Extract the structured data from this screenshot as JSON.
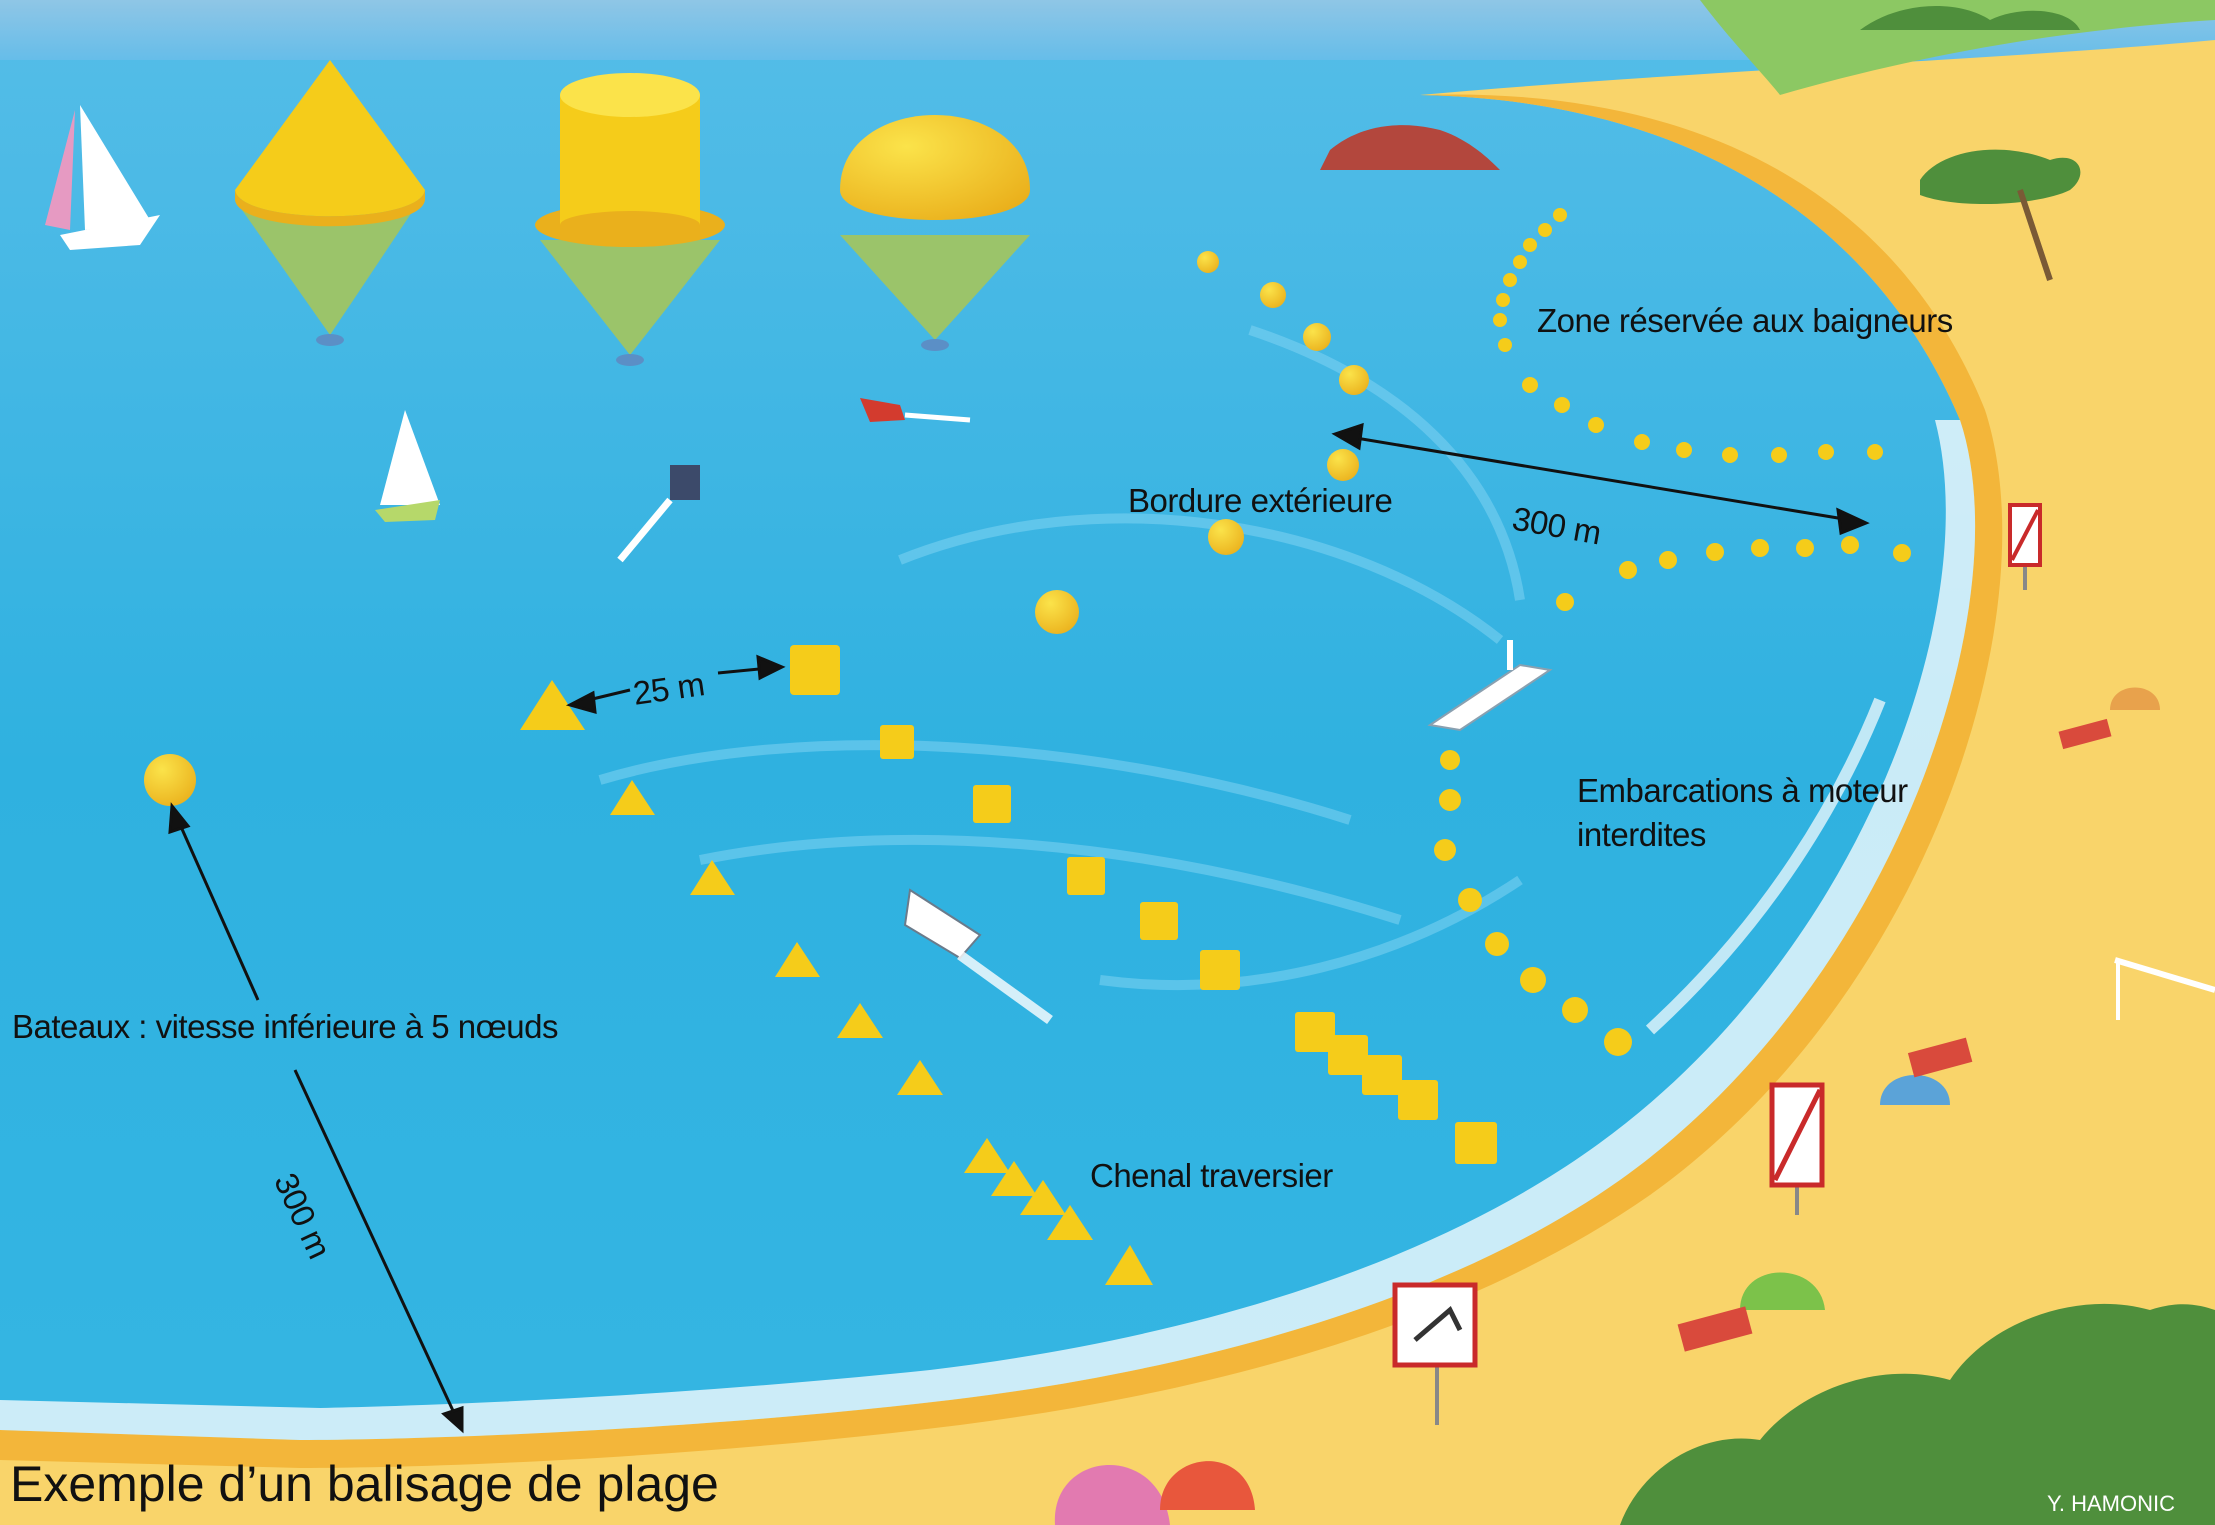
{
  "title": "Exemple d’un balisage de plage",
  "credit": "Y. HAMONIC",
  "labels": {
    "zone_baigneurs": "Zone réservée aux baigneurs",
    "bordure": "Bordure extérieure",
    "dist_300_top": "300 m",
    "dist_25": "25 m",
    "embarcations_line1": "Embarcations à moteur",
    "embarcations_line2": "interdites",
    "bateaux": "Bateaux : vitesse inférieure à 5 nœuds",
    "dist_300_left": "300 m",
    "chenal": "Chenal traversier"
  },
  "colors": {
    "sky": "#8fc6e6",
    "sea": "#2fb1e0",
    "sea_light": "#6fcdf0",
    "sand": "#f9d46a",
    "sand_dark": "#f3b63a",
    "buoy_yellow": "#f5cc1a",
    "buoy_shadow": "#e8a81e",
    "buoy_underwater": "#9bc46a",
    "grass": "#8cc863",
    "tree": "#4f8f3c"
  },
  "legend_buoys": [
    "cone-buoy-icon",
    "cylinder-buoy-icon",
    "sphere-buoy-icon"
  ],
  "signs": [
    "no-motorboat-sign-icon",
    "no-propeller-sign-icon",
    "waterski-sign-icon"
  ]
}
